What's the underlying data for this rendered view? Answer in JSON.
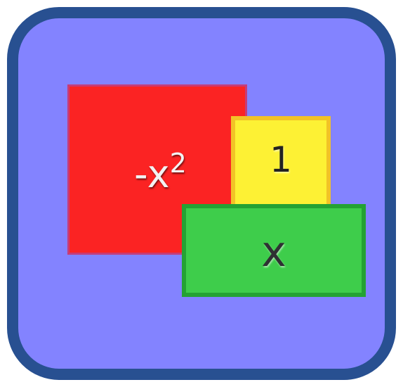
{
  "icon": {
    "background_color": "#8383ff",
    "border_color": "#285091",
    "tiles": [
      {
        "base": "-x",
        "exponent": "2",
        "color": "#fb2323",
        "border_color": "#c63c78"
      },
      {
        "label": "1",
        "color": "#fdf134",
        "border_color": "#f2c227"
      },
      {
        "label": "x",
        "color": "#3ecd4b",
        "border_color": "#24a234"
      }
    ]
  }
}
